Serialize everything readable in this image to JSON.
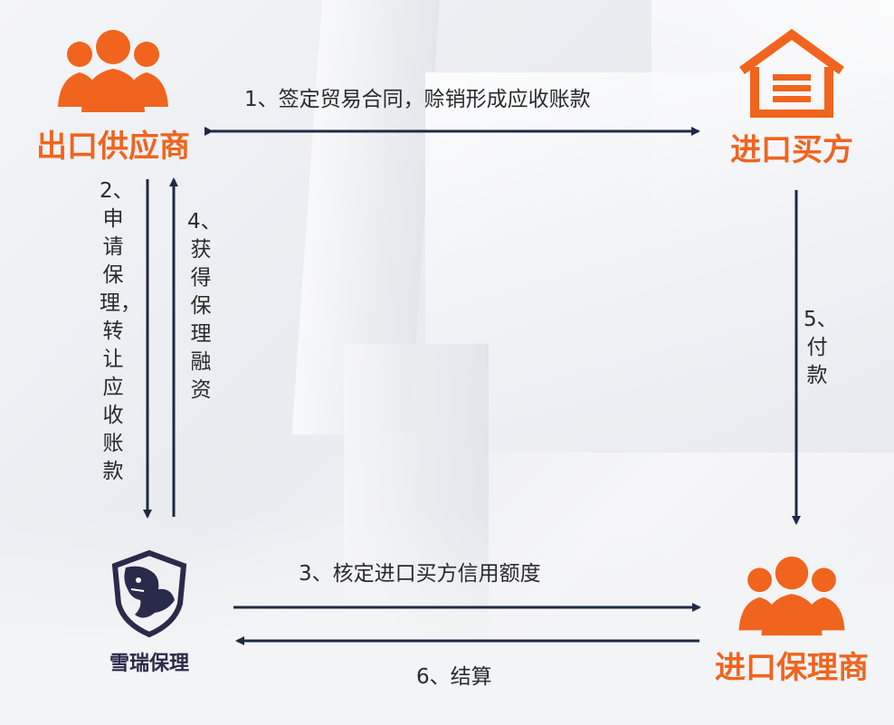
{
  "nodes": {
    "exporter": {
      "label": "出口供应商",
      "icon": "people-group-icon"
    },
    "importer": {
      "label": "进口买方",
      "icon": "warehouse-icon"
    },
    "factor": {
      "label": "雪瑞保理",
      "icon": "tiger-shield-logo"
    },
    "import_factor": {
      "label": "进口保理商",
      "icon": "people-group-icon"
    }
  },
  "edges": {
    "e1": "1、签定贸易合同，赊销形成应收账款",
    "e2": "2、申请保理，转让应收账款",
    "e3": "3、核定进口买方信用额度",
    "e4": "4、获得保理融资",
    "e5": "5、付款",
    "e6": "6、结算"
  },
  "colors": {
    "accent": "#f0641e",
    "arrow": "#1e2a44",
    "logo": "#2a2a4a",
    "text": "#2a2a2a"
  }
}
